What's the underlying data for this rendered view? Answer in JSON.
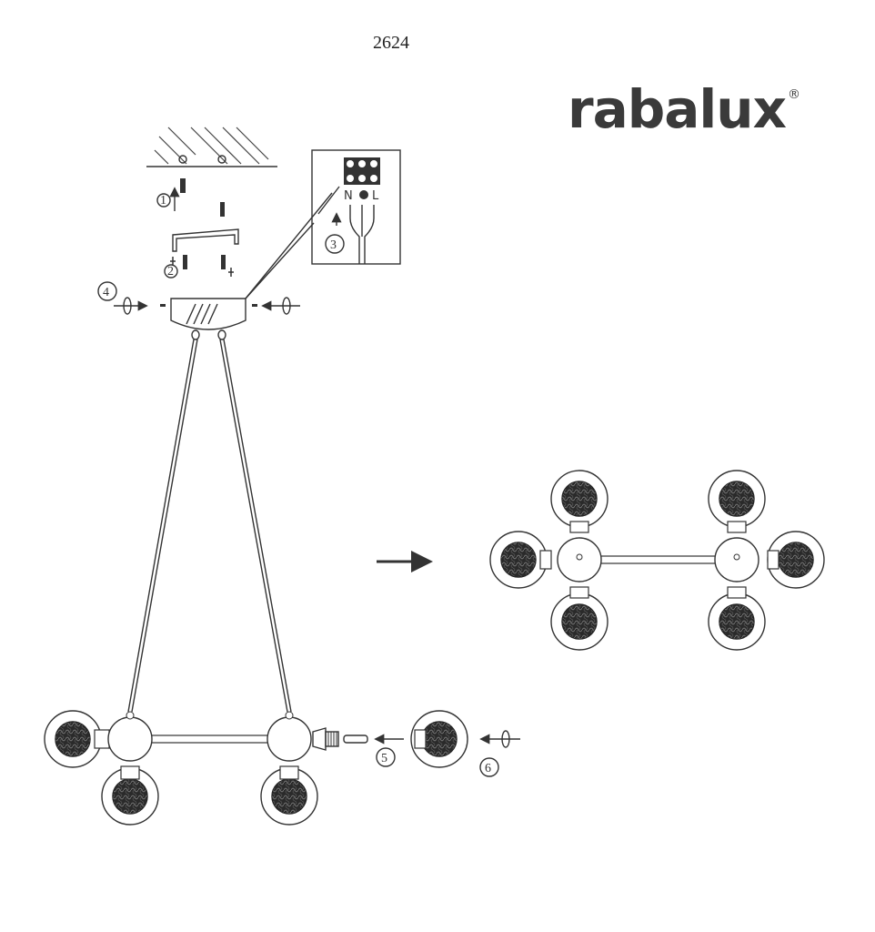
{
  "header": {
    "document_number": "2624",
    "brand": "rabalux",
    "registered_mark": "®"
  },
  "steps": [
    "1",
    "2",
    "3",
    "4",
    "5",
    "6"
  ],
  "terminal": {
    "neutral": "N",
    "live": "L"
  },
  "colors": {
    "ink": "#333333",
    "globe_fill": "#2a2a2a",
    "background": "#ffffff"
  }
}
